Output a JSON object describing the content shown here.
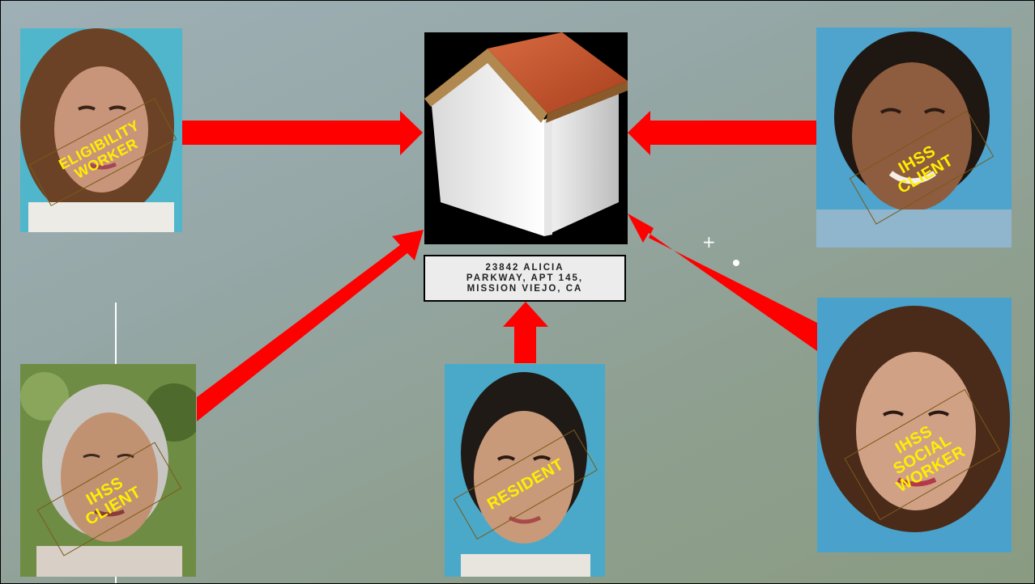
{
  "address": {
    "line1": "23842 ALICIA",
    "line2": "PARKWAY, APT 145,",
    "line3": "MISSION VIEJO, CA"
  },
  "photos": {
    "eligibility_worker": {
      "line1": "ELIGIBILITY",
      "line2": "WORKER"
    },
    "ihss_client_top": {
      "line1": "IHSS",
      "line2": "CLIENT"
    },
    "ihss_client_bottom": {
      "line1": "IHSS",
      "line2": "CLIENT"
    },
    "resident": {
      "line1": "RESIDENT"
    },
    "ihss_social_worker": {
      "line1": "IHSS",
      "line2": "SOCIAL",
      "line3": "WORKER"
    }
  },
  "decor": {
    "plus": "+"
  },
  "colors": {
    "arrow": "#ff0000",
    "label": "#ffef00",
    "roof": "#c0502c"
  }
}
